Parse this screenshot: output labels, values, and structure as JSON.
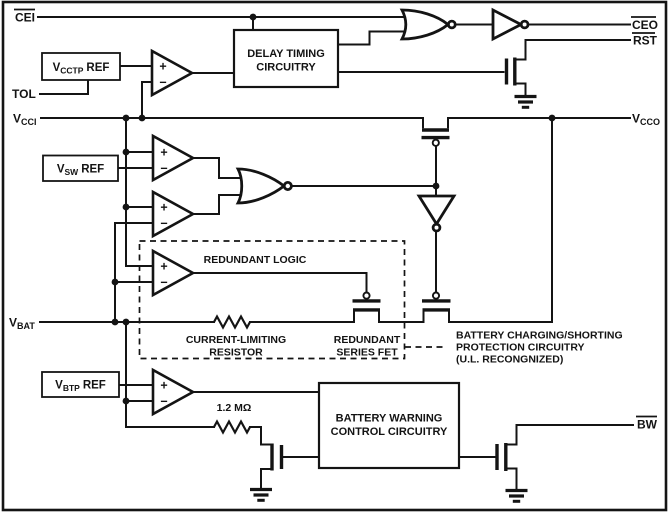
{
  "colors": {
    "ink": "#141414",
    "paper": "#ffffff"
  },
  "pins": {
    "cei": {
      "label": "CEI",
      "overline": true
    },
    "tol": {
      "label": "TOL",
      "overline": false
    },
    "vcci": {
      "main": "V",
      "sub": "CCI"
    },
    "vbat": {
      "main": "V",
      "sub": "BAT"
    },
    "ceo": {
      "label": "CEO",
      "overline": true
    },
    "rst": {
      "label": "RST",
      "overline": true
    },
    "vcco": {
      "main": "V",
      "sub": "CCO"
    },
    "bw": {
      "label": "BW",
      "overline": true
    }
  },
  "blocks": {
    "delay_timing": {
      "line1": "DELAY TIMING",
      "line2": "CIRCUITRY"
    },
    "battery_warning": {
      "line1": "BATTERY WARNING",
      "line2": "CONTROL CIRCUITRY"
    },
    "vcctp_ref": {
      "main": "V",
      "sub": "CCTP",
      "suffix": "REF"
    },
    "vsw_ref": {
      "main": "V",
      "sub": "SW",
      "suffix": "REF"
    },
    "vbtp_ref": {
      "main": "V",
      "sub": "BTP",
      "suffix": "REF"
    }
  },
  "annotations": {
    "redundant_logic": "REDUNDANT LOGIC",
    "current_limiting": {
      "line1": "CURRENT-LIMITING",
      "line2": "RESISTOR"
    },
    "redundant_fet": {
      "line1": "REDUNDANT",
      "line2": "SERIES FET"
    },
    "protection": {
      "line1": "BATTERY CHARGING/SHORTING",
      "line2": "PROTECTION CIRCUITRY",
      "line3": "(U.L. RECONGNIZED)"
    },
    "resistor_value": "1.2 MΩ"
  },
  "symbols": {
    "plus": "+",
    "minus": "−"
  }
}
